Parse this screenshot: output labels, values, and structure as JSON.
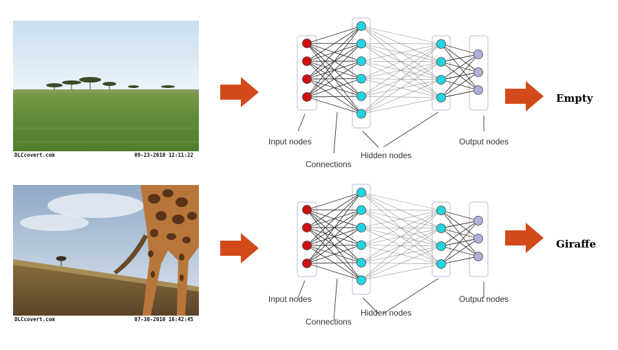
{
  "rows": [
    {
      "photo_stamp_left": "DLCcovert.com",
      "photo_stamp_right": "09-23-2010   12:11:22",
      "labels": {
        "input": "Input nodes",
        "connections": "Connections",
        "hidden": "Hidden nodes",
        "output": "Output nodes"
      },
      "prediction": "Empty"
    },
    {
      "photo_stamp_left": "DLCcovert.com",
      "photo_stamp_right": "07-30-2010   16:42:45",
      "labels": {
        "input": "Input nodes",
        "connections": "Connections",
        "hidden": "Hidden nodes",
        "output": "Output nodes"
      },
      "prediction": "Giraffe"
    }
  ],
  "colors": {
    "arrow": "#d24a1a",
    "input_node": "#cc1010",
    "hidden_node": "#22d4df",
    "output_node": "#aeb0dc",
    "layer_box": "#c8c4dc"
  },
  "network": {
    "input_count": 4,
    "hidden1_count": 6,
    "hidden2_count": 4,
    "output_count": 3
  }
}
